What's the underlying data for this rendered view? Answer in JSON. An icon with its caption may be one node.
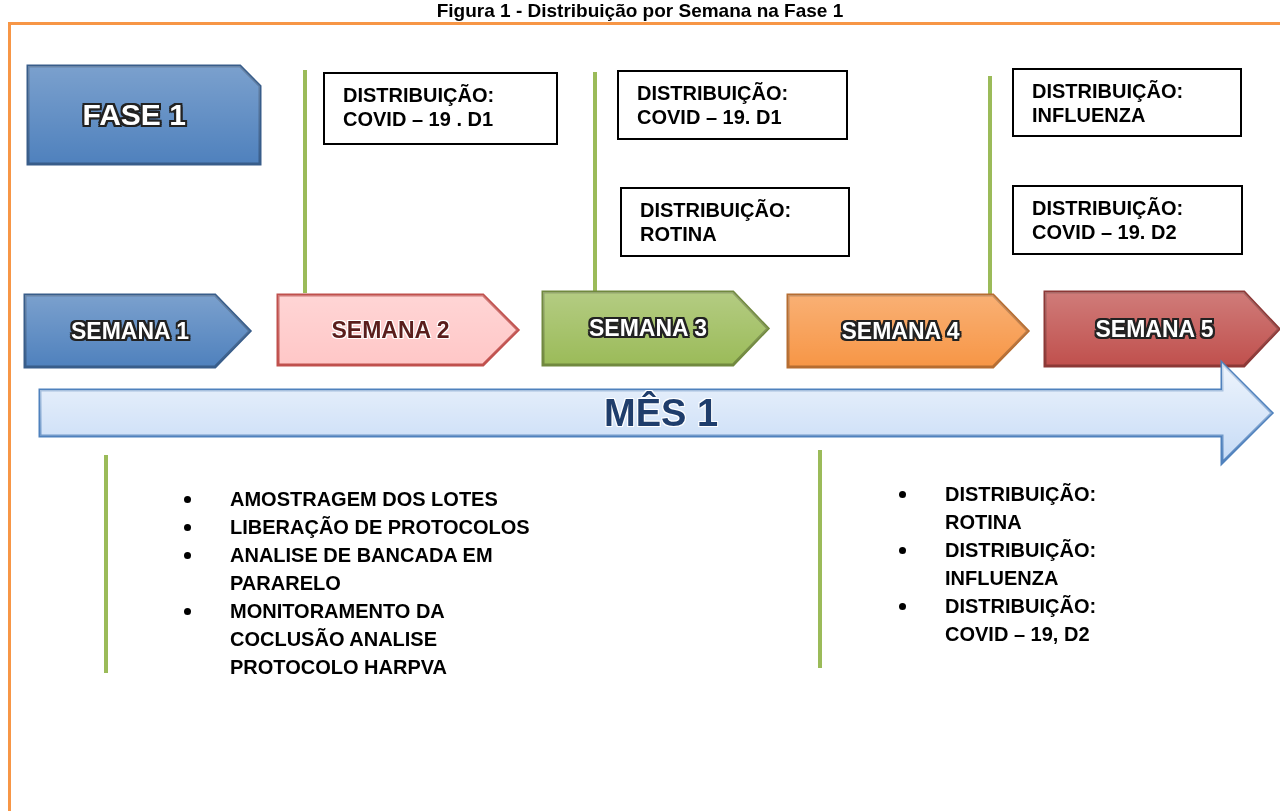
{
  "diagram": {
    "title": "Figura 1 - Distribuição por Semana na Fase 1",
    "nodes": [
      {
        "text": [
          "FASE 1"
        ]
      },
      {
        "text": [
          "SEMANA 1"
        ]
      },
      {
        "text": [
          "SEMANA 2"
        ]
      },
      {
        "text": [
          "SEMANA 3"
        ]
      },
      {
        "text": [
          "SEMANA 4"
        ]
      },
      {
        "text": [
          "SEMANA 5"
        ]
      },
      {
        "text": [
          "MÊS 1"
        ]
      },
      {
        "text": [
          "DISTRIBUIÇÃO: COVID – 19 . D1"
        ]
      },
      {
        "text": [
          "DISTRIBUIÇÃO: COVID – 19. D1"
        ]
      },
      {
        "text": [
          "DISTRIBUIÇÃO: ROTINA"
        ]
      },
      {
        "text": [
          "DISTRIBUIÇÃO: INFLUENZA"
        ]
      },
      {
        "text": [
          "DISTRIBUIÇÃO: COVID – 19. D2"
        ]
      },
      {
        "text": [
          "AMOSTRAGEM DOS LOTES",
          "LIBERAÇÃO DE PROTOCOLOS",
          "ANALISE DE BANCADA EM PARARELO",
          "MONITORAMENTO DA COCLUSÃO ANALISE PROTOCOLO HARPVA"
        ]
      },
      {
        "text": [
          "DISTRIBUIÇÃO: ROTINA",
          "DISTRIBUIÇÃO: INFLUENZA",
          "DISTRIBUIÇÃO: COVID – 19, D2"
        ]
      }
    ]
  }
}
